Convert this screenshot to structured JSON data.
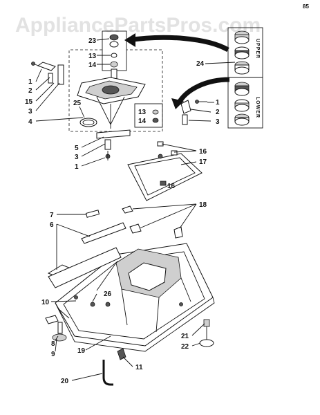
{
  "watermark": "AppliancePartsPros.com",
  "bearing_kit": {
    "upper_label": "UPPER",
    "lower_label": "LOWER"
  },
  "callouts": {
    "c23": "23",
    "c13a": "13",
    "c14a": "14",
    "c24": "24",
    "c1a": "1",
    "c2a": "2",
    "c15": "15",
    "c3a": "3",
    "c4": "4",
    "c25": "25",
    "c13b": "13",
    "c14b": "14",
    "c1b": "1",
    "c2b": "2",
    "c3b": "3",
    "c5": "5",
    "c3c": "3",
    "c1c": "1",
    "c16a": "16",
    "c17": "17",
    "c16b": "16",
    "c18": "18",
    "c7": "7",
    "c6": "6",
    "c10": "10",
    "c26": "26",
    "c8": "8",
    "c9": "9",
    "c19": "19",
    "c21": "21",
    "c22": "22",
    "c20": "20",
    "c11": "11"
  },
  "corner_mark": "85"
}
